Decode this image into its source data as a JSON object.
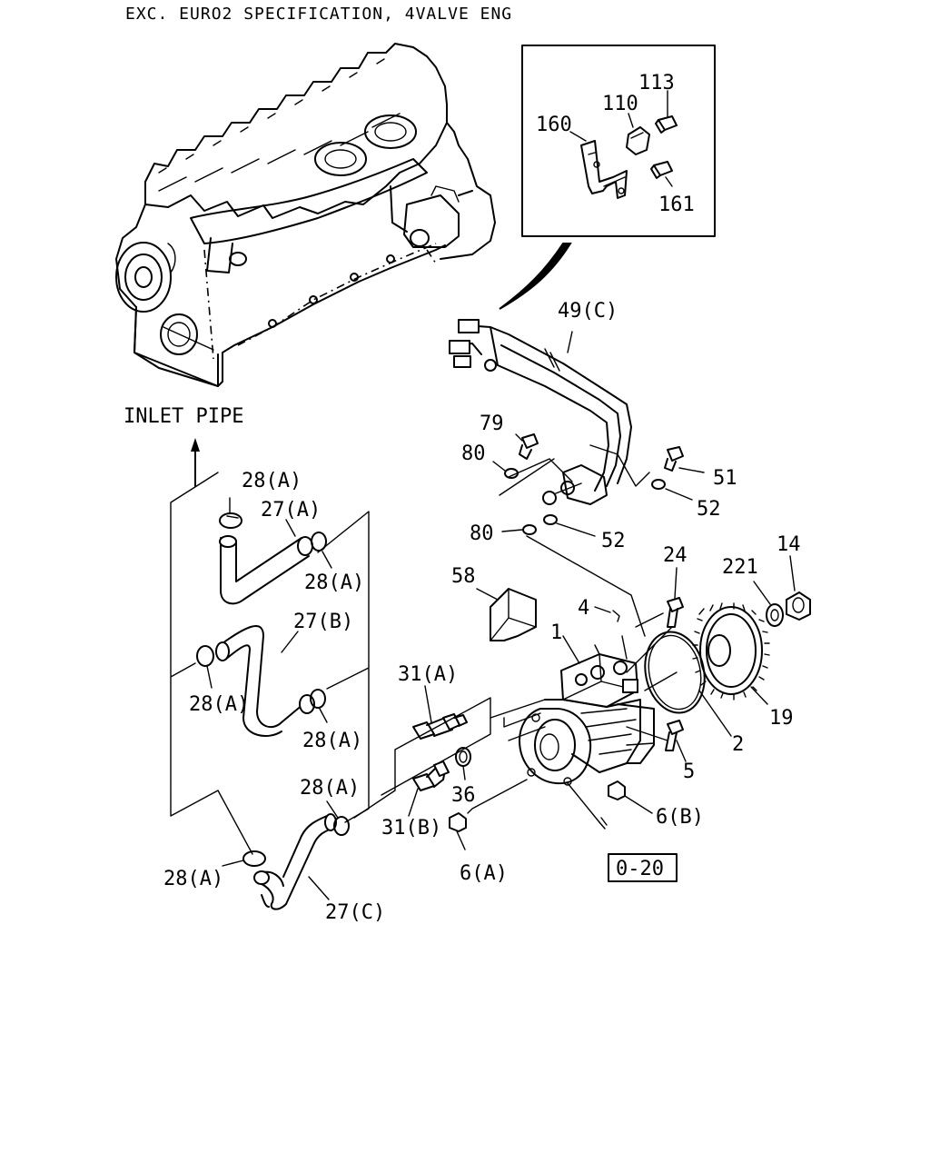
{
  "title": "EXC. EURO2 SPECIFICATION, 4VALVE ENG",
  "inlet_label": "INLET PIPE",
  "labels": {
    "l113": "113",
    "l110": "110",
    "l160": "160",
    "l161": "161",
    "l49c": "49(C)",
    "l79": "79",
    "l80a": "80",
    "l80b": "80",
    "l51": "51",
    "l52a": "52",
    "l52b": "52",
    "l58": "58",
    "l4": "4",
    "l24": "24",
    "l221": "221",
    "l14": "14",
    "l1": "1",
    "l19": "19",
    "l2": "2",
    "l5": "5",
    "l6b": "6(B)",
    "l6a": "6(A)",
    "l31a": "31(A)",
    "l31b": "31(B)",
    "l36": "36",
    "l28a1": "28(A)",
    "l28a2": "28(A)",
    "l28a3": "28(A)",
    "l28a4": "28(A)",
    "l28a5": "28(A)",
    "l28a6": "28(A)",
    "l27a": "27(A)",
    "l27b": "27(B)",
    "l27c": "27(C)"
  },
  "ref_box": "0-20"
}
